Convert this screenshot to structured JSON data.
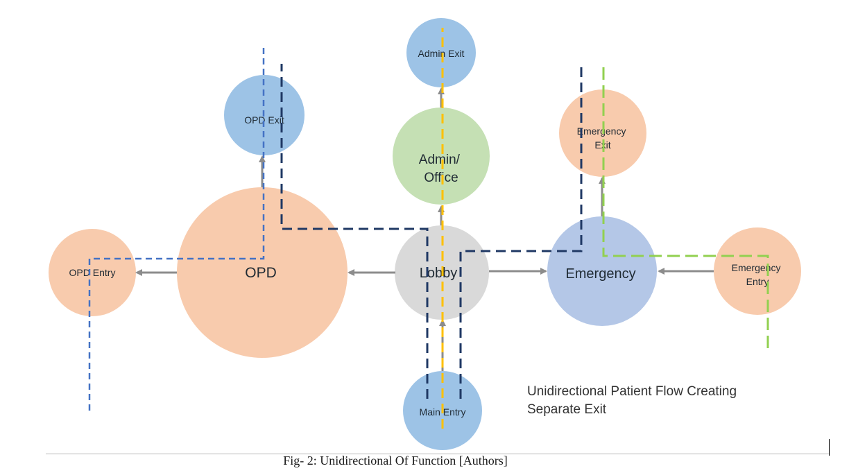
{
  "diagram": {
    "nodes": {
      "admin_exit": {
        "label": [
          "Admin Exit"
        ],
        "fill": "#9dc3e6"
      },
      "opd_exit": {
        "label": [
          "OPD Exit"
        ],
        "fill": "#9dc3e6"
      },
      "admin_office": {
        "label": [
          "Admin/",
          "Office"
        ],
        "fill": "#c5e0b4"
      },
      "emergency_exit": {
        "label": [
          "Emergency",
          "Exit"
        ],
        "fill": "#f8cbad"
      },
      "opd_entry": {
        "label": [
          "OPD Entry"
        ],
        "fill": "#f8cbad"
      },
      "opd": {
        "label": [
          "OPD"
        ],
        "fill": "#f8cbad"
      },
      "lobby": {
        "label": [
          "Lobby"
        ],
        "fill": "#d9d9d9"
      },
      "emergency": {
        "label": [
          "Emergency"
        ],
        "fill": "#b4c7e7"
      },
      "emergency_entry": {
        "label": [
          "Emergency",
          "Entry"
        ],
        "fill": "#f8cbad"
      },
      "main_entry": {
        "label": [
          "Main Entry"
        ],
        "fill": "#9dc3e6"
      }
    },
    "colors": {
      "arrow": "#8c8c8c",
      "path_blue": "#4472c4",
      "path_navy": "#1f3864",
      "path_yellow": "#ffc000",
      "path_green": "#92d050"
    }
  },
  "note": "Unidirectional Patient Flow Creating Separate Exit",
  "caption": "Fig- 2: Unidirectional Of Function [Authors]"
}
